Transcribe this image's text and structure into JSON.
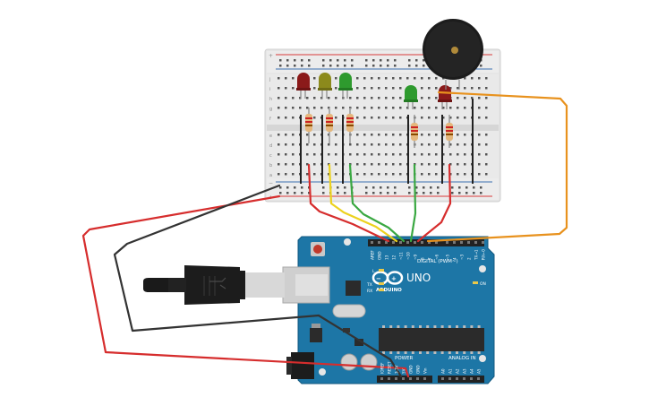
{
  "colors": {
    "breadboard": "#e9e9e9",
    "board": "#1d76a6",
    "rail_red": "#d83a3a",
    "rail_blue": "#3c6fb0",
    "wire_red": "#d62d2d",
    "wire_black": "#333333",
    "wire_yellow": "#ecd21e",
    "wire_green": "#3aa842",
    "wire_orange": "#e8921e",
    "led_red": "#8b1a1a",
    "led_yellow": "#8c8a1c",
    "led_green": "#2e9a2e"
  },
  "breadboard": {
    "rail_plus": "+",
    "rail_minus": "−",
    "row_letters_top": [
      "j",
      "i",
      "h",
      "g",
      "f"
    ],
    "row_letters_bottom": [
      "e",
      "d",
      "c",
      "b",
      "a"
    ]
  },
  "arduino": {
    "logo_text": "ARDUINO",
    "model": "UNO",
    "digital_label": "DIGITAL (PWM~)",
    "power_label": "POWER",
    "analog_label": "ANALOG IN",
    "on_label": "ON",
    "l_label": "L",
    "tx_label": "TX",
    "rx_label": "RX",
    "pins_digital": [
      "AREF",
      "GND",
      "13",
      "12",
      "~11",
      "~10",
      "~9",
      "8",
      "7",
      "~6",
      "~5",
      "4",
      "~3",
      "2",
      "TX→1",
      "RX←0"
    ],
    "pins_power": [
      "IOREF",
      "RESET",
      "3.3V",
      "5V",
      "GND",
      "GND",
      "Vin"
    ],
    "pins_analog": [
      "A0",
      "A1",
      "A2",
      "A3",
      "A4",
      "A5"
    ]
  },
  "components": {
    "leds": [
      {
        "color": "red"
      },
      {
        "color": "yellow"
      },
      {
        "color": "green"
      },
      {
        "color": "green"
      },
      {
        "color": "red"
      }
    ],
    "buzzer": "piezo"
  }
}
